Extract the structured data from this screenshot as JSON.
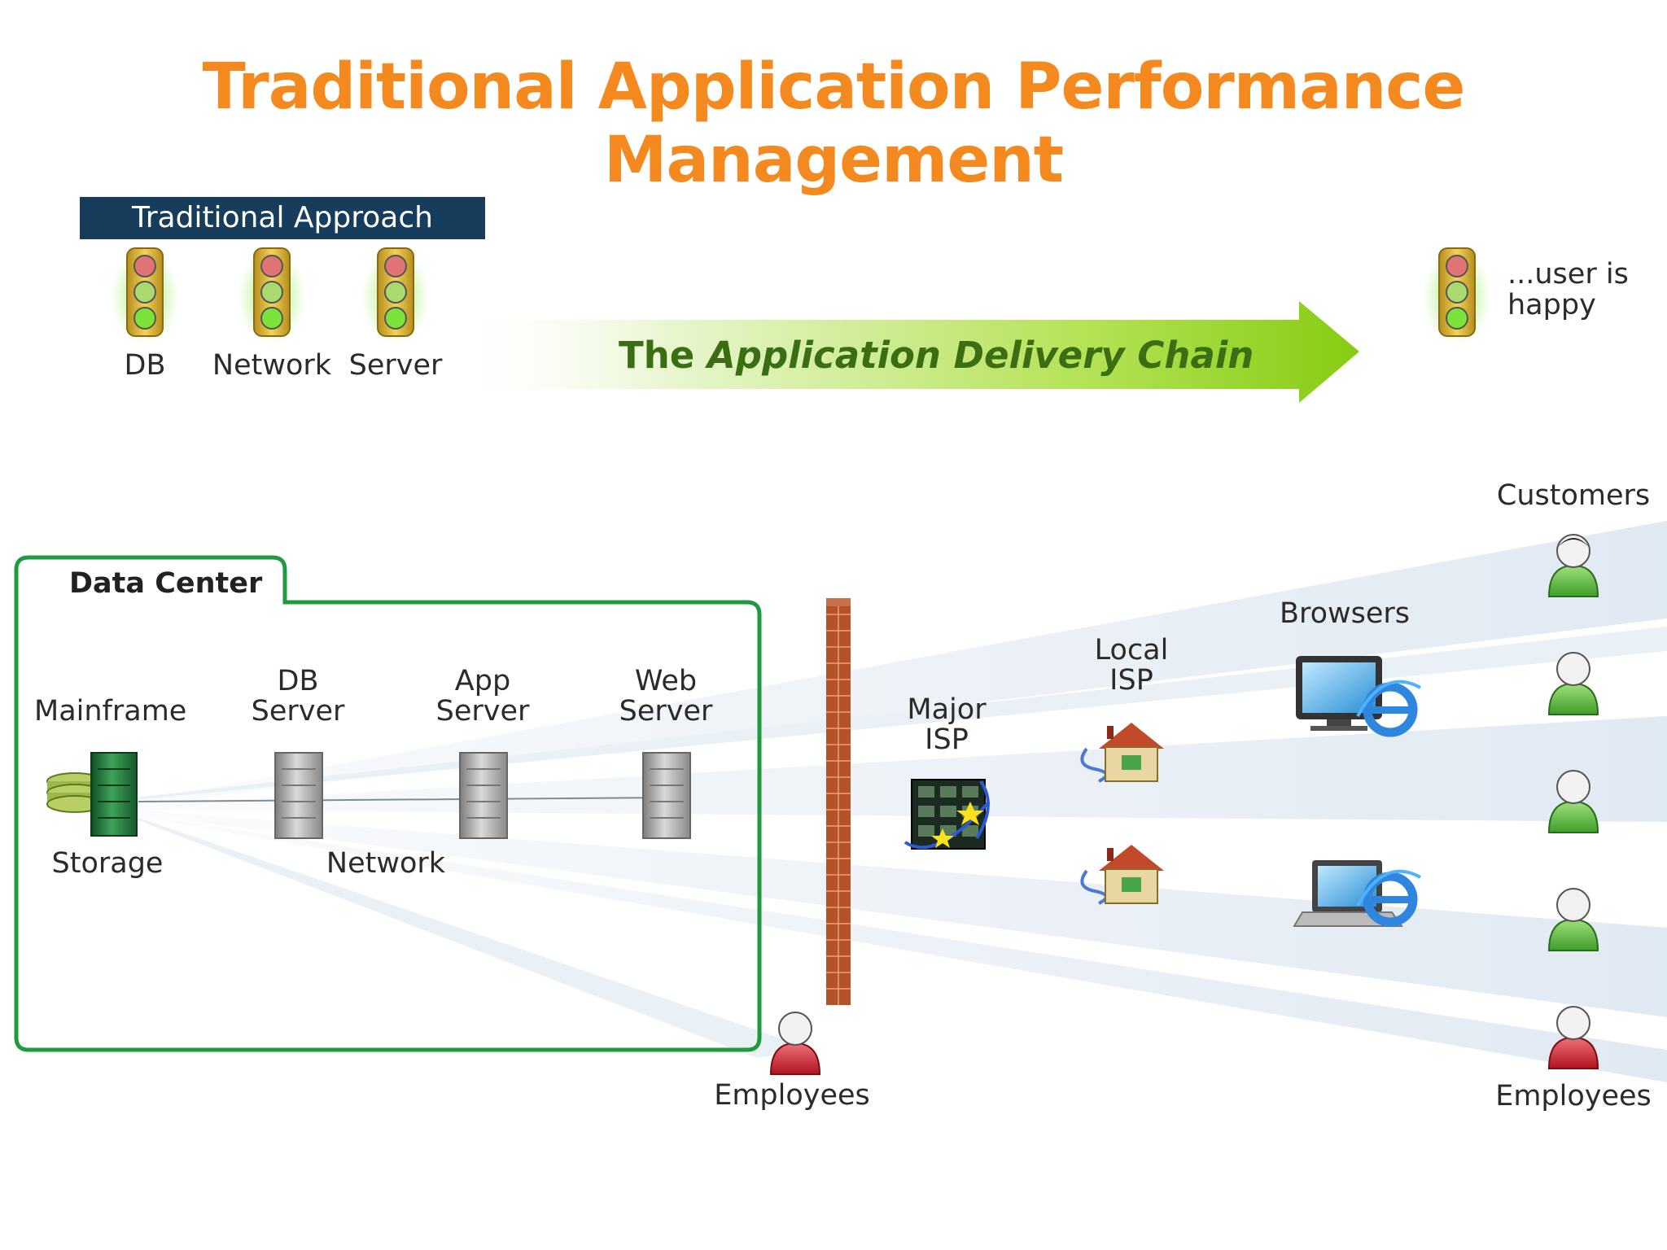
{
  "title": "Traditional Application Performance Management",
  "approach": {
    "header": "Traditional Approach",
    "lights": [
      {
        "label": "DB"
      },
      {
        "label": "Network"
      },
      {
        "label": "Server"
      }
    ]
  },
  "delivery_chain": {
    "prefix": "The ",
    "emphasis": "Application Delivery Chain"
  },
  "user_status": {
    "line1": "...user is",
    "line2": "happy"
  },
  "data_center": {
    "title": "Data Center",
    "nodes": {
      "mainframe": "Mainframe",
      "storage": "Storage",
      "db_server_1": "DB",
      "db_server_2": "Server",
      "app_server_1": "App",
      "app_server_2": "Server",
      "web_server_1": "Web",
      "web_server_2": "Server",
      "network": "Network"
    }
  },
  "external": {
    "major_isp_1": "Major",
    "major_isp_2": "ISP",
    "local_isp_1": "Local",
    "local_isp_2": "ISP",
    "browsers": "Browsers",
    "customers": "Customers",
    "employees_left": "Employees",
    "employees_right": "Employees"
  },
  "colors": {
    "title": "#f4891f",
    "approach_bar": "#163e5c",
    "data_center_border": "#1f9a3f",
    "arrow": "#8ccf1f",
    "customer_icon": "#59b83a",
    "employee_icon": "#c8202e",
    "firewall": "#b4532a"
  },
  "icons": [
    "traffic-light-icon",
    "mainframe-icon",
    "storage-icon",
    "server-icon",
    "isp-router-icon",
    "house-icon",
    "desktop-icon",
    "laptop-icon",
    "ie-logo-icon",
    "customer-person-icon",
    "employee-person-icon",
    "firewall-icon"
  ]
}
